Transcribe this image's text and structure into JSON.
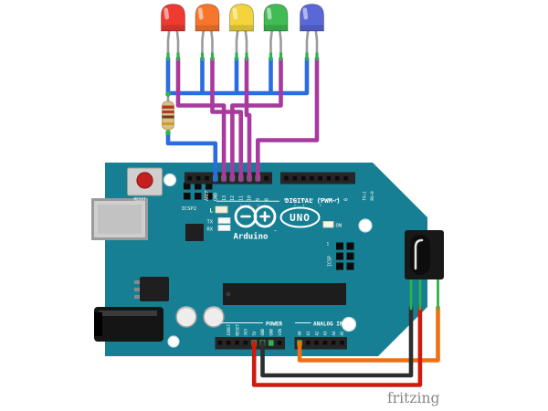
{
  "colors": {
    "board_teal": "#177f93",
    "wire_blue": "#2a6de0",
    "wire_purple": "#a8399e",
    "wire_red": "#cf1a0d",
    "wire_black": "#2d2d2d",
    "wire_orange": "#ef7012",
    "lead_green": "#2db34a",
    "led_red": "#ee3a30",
    "led_orange": "#f6772c",
    "led_yellow": "#f3d43c",
    "led_green": "#41bb53",
    "led_blue": "#5a68d7",
    "resistor_body": "#d9c08b",
    "band_1": "#b03a2a",
    "band_2": "#b03a2a",
    "band_3": "#6b3a1f",
    "band_4": "#c9a02a"
  },
  "arduino": {
    "reset_label": "RESET",
    "icsp2_label": "ICSP2",
    "icsp_label": "ICSP",
    "icsp_pin1": "1",
    "led_l": "L",
    "led_tx": "TX",
    "led_rx": "RX",
    "led_on": "ON",
    "brand": "Arduino",
    "trademark": "™",
    "model": "UNO",
    "digital_label": "DIGITAL (PWM~)",
    "power_label": "POWER",
    "analog_label": "ANALOG IN",
    "pwm_tilde": "~",
    "tx1_label": "TX→1",
    "rx0_label": "RX←0",
    "top_left_pins": [
      "AREF",
      "GND",
      "13",
      "12",
      "11",
      "10",
      "9",
      "8"
    ],
    "top_right_pins": [
      "7",
      "6",
      "5",
      "4",
      "3",
      "2",
      "1",
      "0"
    ],
    "power_pins": [
      "IOREF",
      "RESET",
      "3V3",
      "5V",
      "GND",
      "GND",
      "VIN"
    ],
    "analog_pins": [
      "A0",
      "A1",
      "A2",
      "A3",
      "A4",
      "A5"
    ]
  },
  "watermark": "fritzing"
}
